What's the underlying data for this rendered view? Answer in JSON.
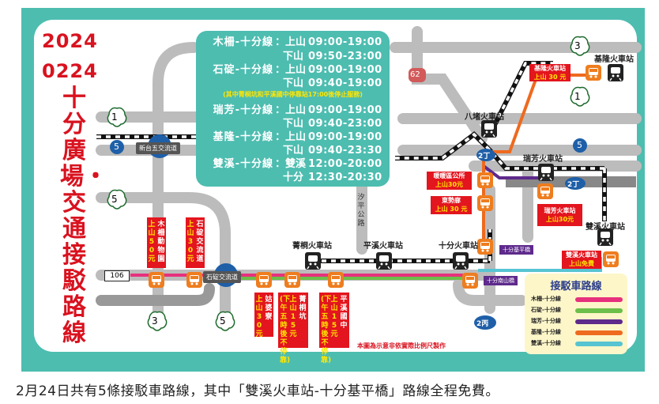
{
  "header": {
    "year": "2024",
    "date": "0224",
    "title_vertical": "十分廣場・交通接駁路線"
  },
  "schedule": {
    "rows": [
      {
        "name": "木柵-十分線",
        "dir": "：上山",
        "time": "09:00-19:00"
      },
      {
        "name": "",
        "dir": "下山",
        "time": "09:50-23:00"
      },
      {
        "name": "石碇-十分線",
        "dir": "：上山",
        "time": "09:00-19:00"
      },
      {
        "name": "",
        "dir": "下山",
        "time": "09:40-19:00"
      },
      {
        "name": "瑞芳-十分線",
        "dir": "：上山",
        "time": "09:00-19:00"
      },
      {
        "name": "",
        "dir": "下山",
        "time": "09:40-23:00"
      },
      {
        "name": "基隆-十分線",
        "dir": "：上山",
        "time": "09:00-19:00"
      },
      {
        "name": "",
        "dir": "下山",
        "time": "09:40-23:30"
      },
      {
        "name": "雙溪-十分線",
        "dir": "：雙溪",
        "time": "12:00-20:00"
      },
      {
        "name": "",
        "dir": "十分",
        "time": "12:30-20:30"
      }
    ],
    "note": "(其中菁桐坑和平溪國中停靠站17:00後停止服務)"
  },
  "road_markers": {
    "prov_1a": "1",
    "prov_1b": "1",
    "prov_3a": "3",
    "prov_3b": "3",
    "prov_5a": "5",
    "prov_5b": "5",
    "fwy_5a": "5",
    "fwy_5b": "5",
    "fwy_2ding_a": "2丁",
    "fwy_2ding_b": "2丁",
    "fwy_2bing": "2丙",
    "route_62": "62",
    "route_106": "106",
    "xiping_road": "汐平公路"
  },
  "interchanges": {
    "xintai": "新台五交流道",
    "shiding": "石碇交流道"
  },
  "stations": {
    "keelung": "基隆火車站",
    "badu": "八堵火車站",
    "ruifang": "瑞芳火車站",
    "shuangxi": "雙溪火車站",
    "jingtong": "菁桐火車站",
    "pingxi": "平溪火車站",
    "shifen": "十分火車站"
  },
  "fare_tags": {
    "keelung": {
      "name": "基隆火車站",
      "fare": "上山 30 元"
    },
    "nuannuan": {
      "name": "暖暖區公所",
      "fare": "上山30元"
    },
    "dongshi": {
      "name": "東勢廍",
      "fare": "上山 30 元"
    },
    "ruifang": {
      "name": "瑞芳火車站",
      "fare": "上山30元"
    },
    "shuangxi": {
      "name": "雙溪火車站",
      "fare": "上山免費"
    },
    "muzha_zoo": {
      "name": "木柵動物園",
      "fare": "上山50元"
    },
    "shiding_ic": {
      "name": "石碇交流道",
      "fare": "上山30元"
    },
    "gupo": {
      "name": "姑婆寮",
      "fare": "上山30元"
    },
    "jingtongkeng": {
      "name": "菁桐坑",
      "fare": "上山15元",
      "note": "(下午五時後不停靠)"
    },
    "pingxi_jh": {
      "name": "平溪國中",
      "fare": "上山15元",
      "note": "(下午五時後不停靠)"
    }
  },
  "stop_labels": {
    "jiping_bridge": "十分基平橋",
    "nanshan_bridge": "十分南山橋"
  },
  "legend": {
    "title": "接駁車路線",
    "items": [
      {
        "name": "木柵-十分線",
        "color": "#e6317d"
      },
      {
        "name": "石碇-十分線",
        "color": "#6cbf4a"
      },
      {
        "name": "瑞芳-十分線",
        "color": "#5e2a8c"
      },
      {
        "name": "基隆-十分線",
        "color": "#ee6a1f"
      },
      {
        "name": "雙溪-十分線",
        "color": "#57c4d2"
      }
    ]
  },
  "disclaimer": "本圖為示意非依實際比例尺製作",
  "caption": "2月24日共有5條接駁車路線，其中「雙溪火車站-十分基平橋」路線全程免費。",
  "colors": {
    "frame": "#4dbdb0",
    "title_red": "#d9121f",
    "tag_red": "#e3151e",
    "bus_orange": "#ee7d1f",
    "road_gray": "#bcbcbc",
    "fwy_blue": "#1e5fa8"
  }
}
